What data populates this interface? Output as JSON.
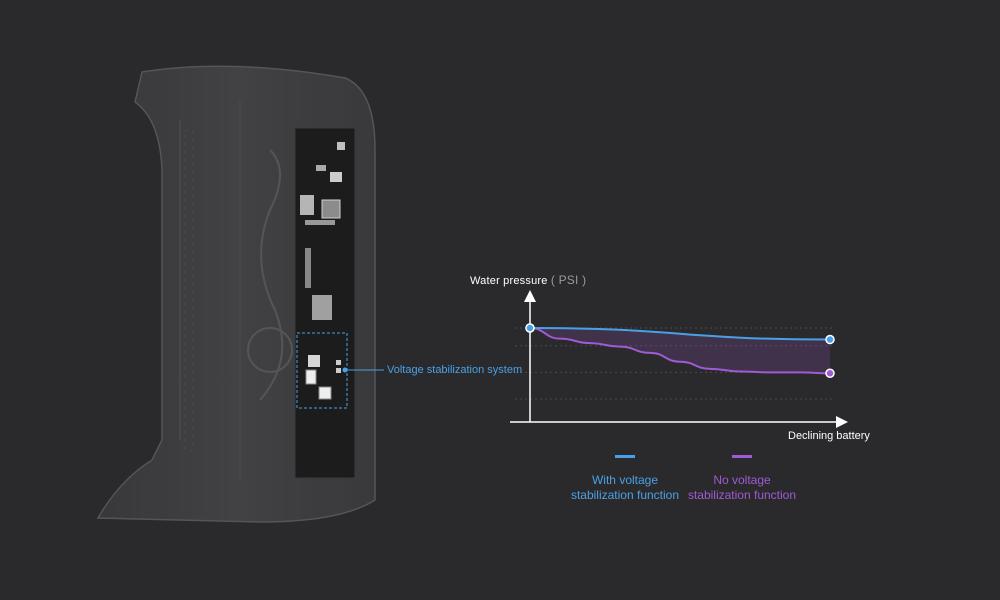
{
  "callout": {
    "label": "Voltage stabilization system",
    "color": "#4aa0e6"
  },
  "chart_data": {
    "type": "line",
    "ylabel": "Water pressure",
    "ylabel_unit": "( PSI )",
    "xlabel": "Declining battery",
    "x_ticks_shown": false,
    "y_ticks_shown": false,
    "grid": "dashed horizontal",
    "xlim": [
      0,
      1
    ],
    "ylim": [
      0,
      1
    ],
    "series": [
      {
        "name": "With voltage stabilization function",
        "legend_lines": [
          "With voltage",
          "stabilization function"
        ],
        "color": "#4aa0e6",
        "x": [
          0,
          1
        ],
        "y": [
          1.0,
          0.87
        ]
      },
      {
        "name": "No voltage stabilization function",
        "legend_lines": [
          "No voltage",
          "stabilization function"
        ],
        "color": "#a05ad4",
        "x": [
          0,
          0.1,
          0.2,
          0.3,
          0.4,
          0.5,
          0.6,
          0.7,
          0.8,
          0.9,
          1.0
        ],
        "y": [
          1.0,
          0.88,
          0.83,
          0.79,
          0.72,
          0.62,
          0.54,
          0.51,
          0.5,
          0.5,
          0.49
        ]
      }
    ],
    "legend_position": "bottom"
  }
}
